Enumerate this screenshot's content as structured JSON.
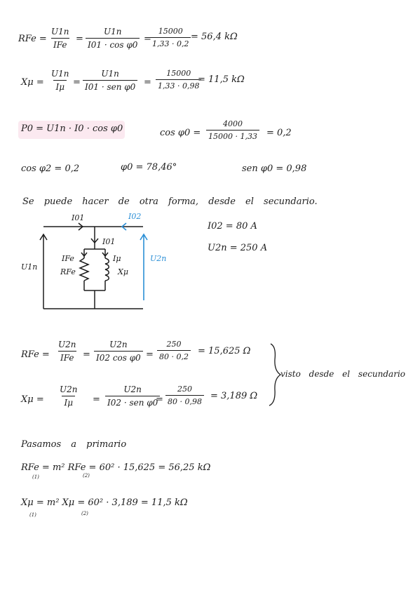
{
  "section1": {
    "rfe_label": "RFe =",
    "rfe_f1_num": "U1n",
    "rfe_f1_den": "IFe",
    "rfe_f2_num": "U1n",
    "rfe_f2_den": "I01 · cos φ0",
    "rfe_f3_num": "15000",
    "rfe_f3_den": "1,33 · 0,2",
    "rfe_result": "56,4 kΩ",
    "xmu_label": "Xμ =",
    "xmu_f1_num": "U1n",
    "xmu_f1_den": "Iμ",
    "xmu_f2_num": "U1n",
    "xmu_f2_den": "I01 · sen φ0",
    "xmu_f3_num": "15000",
    "xmu_f3_den": "1,33 · 0,98",
    "xmu_result": "11,5 kΩ"
  },
  "section2": {
    "p0_formula": "P0 = U1n · I0 · cos φ0",
    "cos_label": "cos φ0 =",
    "cos_num": "4000",
    "cos_den": "15000 · 1,33",
    "cos_result": "= 0,2",
    "cos_phi2": "cos φ2 = 0,2",
    "phi0": "φ0 = 78,46°",
    "sen_phi0": "sen φ0 = 0,98"
  },
  "section3": {
    "intro": "Se puede hacer de otra forma, desde el secundario.",
    "circuit": {
      "I01": "I01",
      "I02": "I02",
      "I01b": "I01",
      "IFe": "IFe",
      "RFe": "RFe",
      "Imu": "Iμ",
      "Xmu": "Xμ",
      "U1n": "U1n",
      "U2n": "U2n"
    },
    "i02_value": "I02 =   80 A",
    "u2n_value": "U2n = 250 A"
  },
  "section4": {
    "rfe_label": "RFe =",
    "rfe_f1_num": "U2n",
    "rfe_f1_den": "IFe",
    "rfe_f2_num": "U2n",
    "rfe_f2_den": "I02 cos φ0",
    "rfe_f3_num": "250",
    "rfe_f3_den": "80 · 0,2",
    "rfe_result": "15,625 Ω",
    "xmu_label": "Xμ =",
    "xmu_f1_num": "U2n",
    "xmu_f1_den": "Iμ",
    "xmu_f2_num": "U2n",
    "xmu_f2_den": "I02 · sen φ0",
    "xmu_f3_num": "250",
    "xmu_f3_den": "80 · 0,98",
    "xmu_result": "3,189 Ω",
    "note": "visto desde el secundario"
  },
  "section5": {
    "title": "Pasamos a primario",
    "rfe_line": "RFe = m² RFe = 60² · 15,625 = 56,25 kΩ",
    "rfe_sub1": "(1)",
    "rfe_sub2": "(2)",
    "xmu_line": "Xμ = m² Xμ = 60² · 3,189 = 11,5 kΩ",
    "xmu_sub1": "(1)",
    "xmu_sub2": "(2)"
  },
  "colors": {
    "ink": "#1c1c1c",
    "blue": "#2b8fd6",
    "highlight": "#fbe9f0"
  }
}
